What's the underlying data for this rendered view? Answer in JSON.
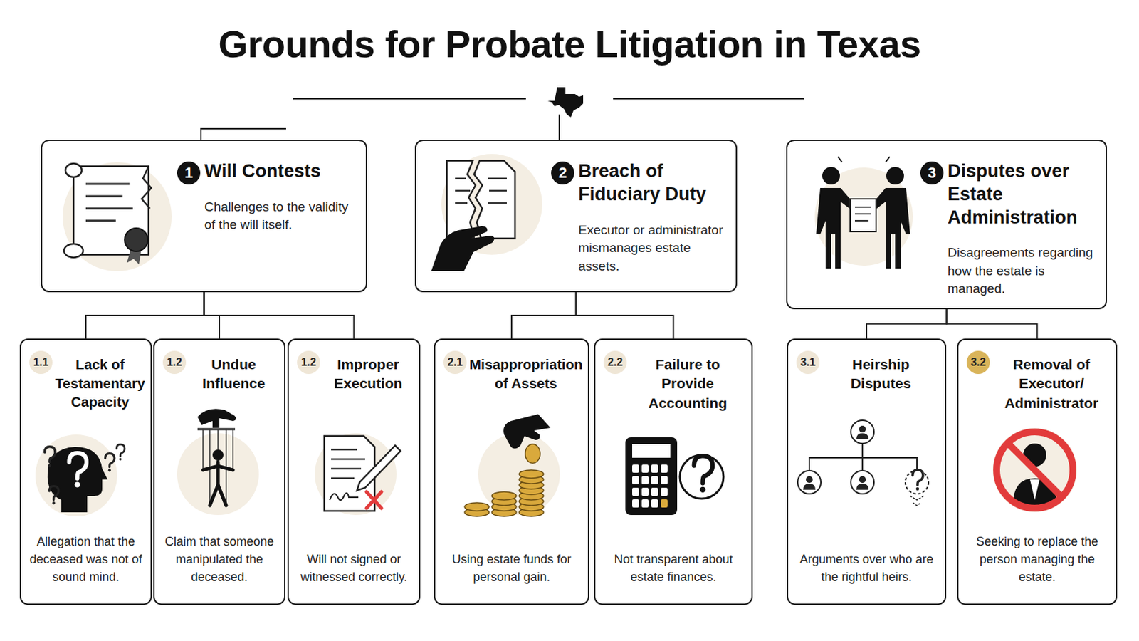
{
  "diagram": {
    "title": "Grounds for Probate Litigation in Texas",
    "nodes": [
      {
        "text": [
          "1",
          "Will Contests",
          "Challenges to the validity of the will itself."
        ]
      },
      {
        "text": [
          "2",
          "Breach of Fiduciary Duty",
          "Executor or administrator mismanages estate assets."
        ]
      },
      {
        "text": [
          "3",
          "Disputes over Estate Administration",
          "Disagreements regarding how the estate is managed."
        ]
      },
      {
        "text": [
          "1.1",
          "Lack of Testamentary Capacity",
          "Allegation that the deceased was not of sound mind."
        ]
      },
      {
        "text": [
          "1.2",
          "Undue Influence",
          "Claim that someone manipulated the deceased."
        ]
      },
      {
        "text": [
          "1.2",
          "Improper Execution",
          "Will not signed or witnessed correctly."
        ]
      },
      {
        "text": [
          "2.1",
          "Misappropriation of Assets",
          "Using estate funds for personal gain."
        ]
      },
      {
        "text": [
          "2.2",
          "Failure to Provide Accounting",
          "Not transparent about estate finances."
        ]
      },
      {
        "text": [
          "3.1",
          "Heirship Disputes",
          "Arguments over who are the rightful heirs."
        ]
      },
      {
        "text": [
          "3.2",
          "Removal of Executor/ Administrator",
          "Seeking to replace the person managing the estate."
        ]
      }
    ],
    "edges": [
      {
        "from": 0,
        "to": 3,
        "arrow": "none"
      },
      {
        "from": 0,
        "to": 4,
        "arrow": "none"
      },
      {
        "from": 0,
        "to": 5,
        "arrow": "none"
      },
      {
        "from": 1,
        "to": 6,
        "arrow": "none"
      },
      {
        "from": 1,
        "to": 7,
        "arrow": "none"
      },
      {
        "from": 2,
        "to": 8,
        "arrow": "none"
      },
      {
        "from": 2,
        "to": 9,
        "arrow": "none"
      }
    ]
  }
}
